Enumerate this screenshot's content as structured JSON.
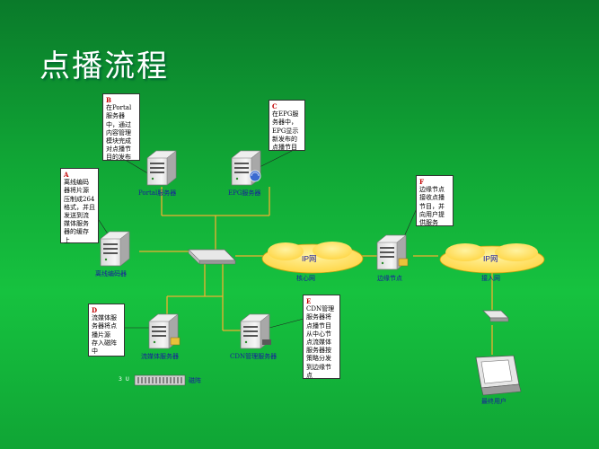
{
  "slide": {
    "title": "点播流程"
  },
  "notes": {
    "a": {
      "tag": "A",
      "lines": [
        "离线编码",
        "器将片源",
        "压制成264",
        "格式，并且",
        "发送到流",
        "媒体服务",
        "器的缓存",
        "上"
      ]
    },
    "b": {
      "tag": "B",
      "lines": [
        "在Portal",
        "服务器",
        "中，通过",
        "内容管理",
        "模块完成",
        "对点播节",
        "目的发布"
      ]
    },
    "c": {
      "tag": "C",
      "lines": [
        "在EPG服",
        "务器中，",
        "EPG显示",
        "新发布的",
        "点播节目"
      ]
    },
    "d": {
      "tag": "D",
      "lines": [
        "流媒体服",
        "务器将点",
        "播片源",
        "存入磁阵",
        "中"
      ]
    },
    "e": {
      "tag": "E",
      "lines": [
        "CDN管理",
        "服务器将",
        "点播节目",
        "从中心节",
        "点流媒体",
        "服务器按",
        "策略分发",
        "到边缘节",
        "点"
      ]
    },
    "f": {
      "tag": "F",
      "lines": [
        "边缘节点",
        "接收点播",
        "节目，并",
        "向用户提",
        "供服务"
      ]
    }
  },
  "nodes": {
    "portal": "Portal服务器",
    "epg": "EPG服务器",
    "encoder": "离线编码器",
    "streaming": "流媒体服务器",
    "cdn": "CDN管理服务器",
    "edge": "边缘节点",
    "core_net": "核心网",
    "access_net": "接入网",
    "terminal": "最终用户",
    "disk": "磁阵",
    "rack": "3 U"
  },
  "clouds": {
    "core": "IP网",
    "access": "IP网"
  },
  "colors": {
    "link": "#f0b030",
    "label": "#1a1aa0",
    "tag": "#c00000",
    "cloud": "#ffd84a"
  }
}
